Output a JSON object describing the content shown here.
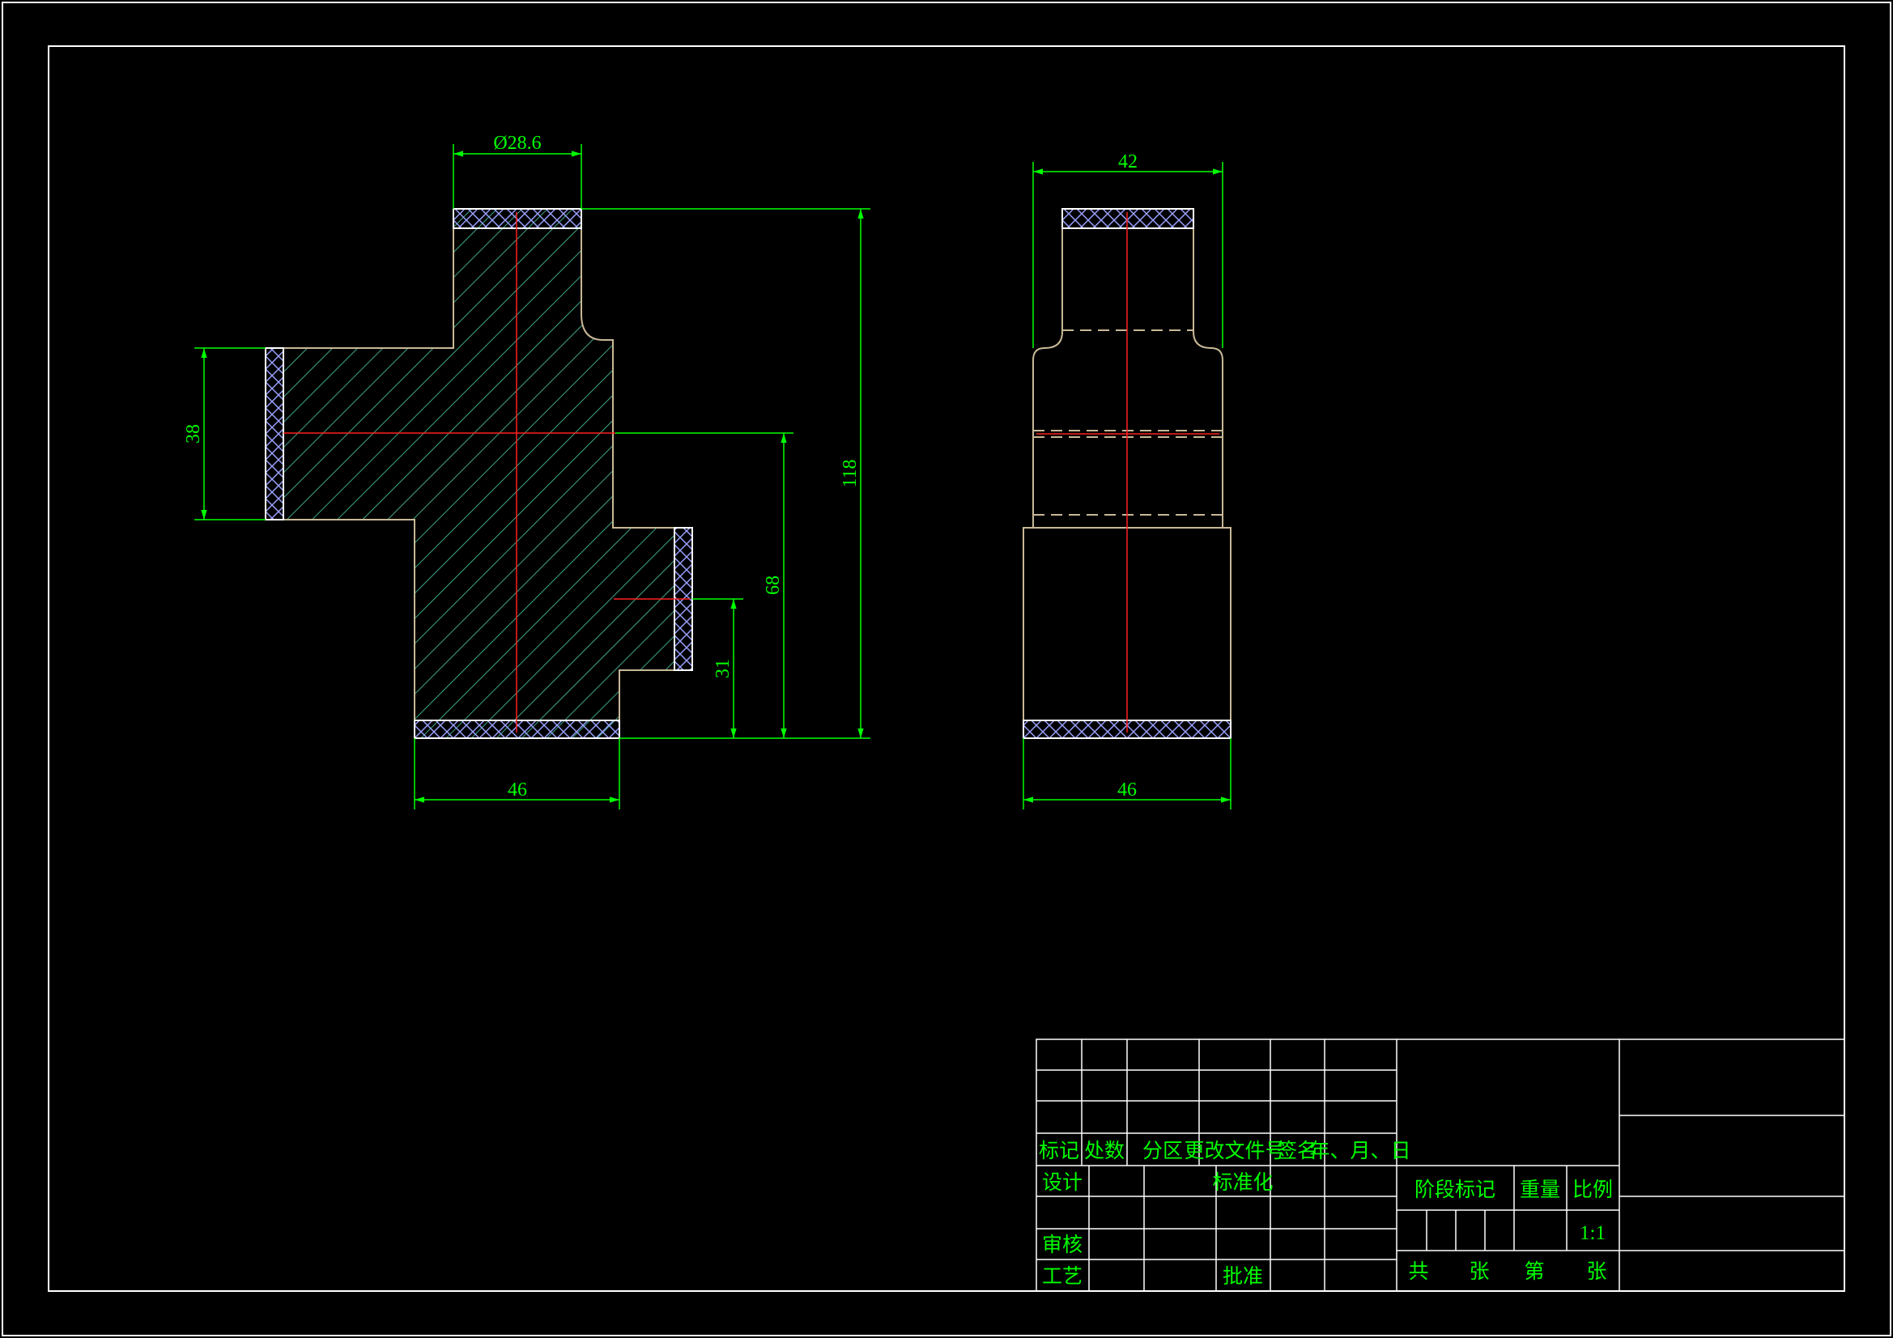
{
  "colors": {
    "background": "#000000",
    "frame": "#ffffff",
    "dimension": "#00ff00",
    "outline": "#c8b896",
    "hatch": "#3fa78a",
    "centerline": "#ff2020",
    "knurl": "#aab0ff",
    "title_text": "#00ff00"
  },
  "front_view": {
    "dimensions": {
      "top_diameter": "Ø28.6",
      "left_height": "38",
      "center_height": "68",
      "lower_height": "31",
      "overall_height": "118",
      "bottom_width": "46"
    }
  },
  "side_view": {
    "dimensions": {
      "top_width": "42",
      "bottom_width": "46"
    }
  },
  "title_block": {
    "row_labels": [
      "标记",
      "处数",
      "分区",
      "更改文件号",
      "签名",
      "年、月、日"
    ],
    "design": "设计",
    "standardization": "标准化",
    "review": "审核",
    "process": "工艺",
    "approval": "批准",
    "stage_mark": "阶段标记",
    "weight": "重量",
    "scale_label": "比例",
    "scale_value": "1:1",
    "total_label": "共",
    "sheet_label": "张",
    "number_label": "第",
    "sheet_label_2": "张"
  }
}
